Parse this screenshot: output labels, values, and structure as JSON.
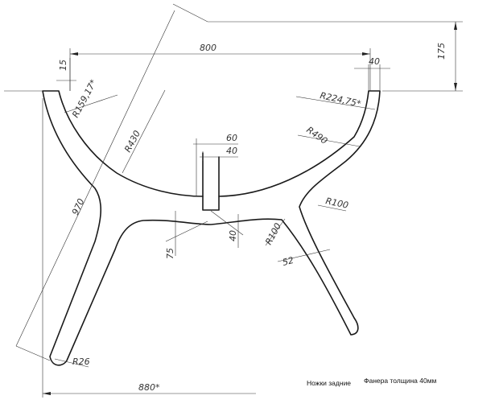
{
  "drawing": {
    "dimensions": {
      "width_800": "800",
      "height_175": "175",
      "offset_15": "15",
      "thickness_40_top_right": "40",
      "radius_159": "R159,17*",
      "radius_224": "R224,75*",
      "radius_430": "R430",
      "radius_490": "R490",
      "slot_width_60": "60",
      "slot_width_40": "40",
      "radius_100_right": "R100",
      "radius_100_center": "R100",
      "depth_75": "75",
      "depth_40_center": "40",
      "leg_width_52": "52",
      "length_970": "970",
      "radius_26": "R26",
      "width_880": "880*"
    },
    "notes": {
      "part_name": "Ножки задние",
      "material": "Фанера толщина 40мм"
    }
  }
}
